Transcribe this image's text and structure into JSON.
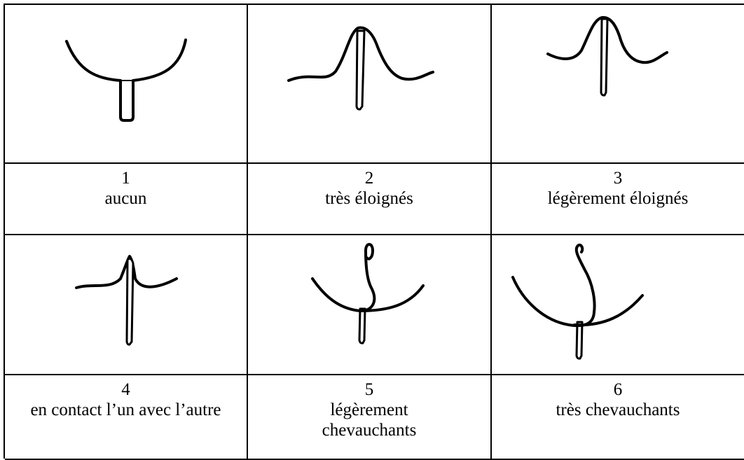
{
  "items": [
    {
      "number": "1",
      "label": "aucun"
    },
    {
      "number": "2",
      "label": "très éloignés"
    },
    {
      "number": "3",
      "label": "légèrement éloignés"
    },
    {
      "number": "4",
      "label": "en contact l’un avec l’autre"
    },
    {
      "number": "5",
      "label": "légèrement chevauchants"
    },
    {
      "number": "6",
      "label": "très chevauchants"
    }
  ],
  "icons": [
    "no-overlap-flower-icon",
    "far-apart-flower-icon",
    "slightly-apart-flower-icon",
    "touching-flower-icon",
    "slightly-overlapping-flower-icon",
    "very-overlapping-flower-icon"
  ]
}
